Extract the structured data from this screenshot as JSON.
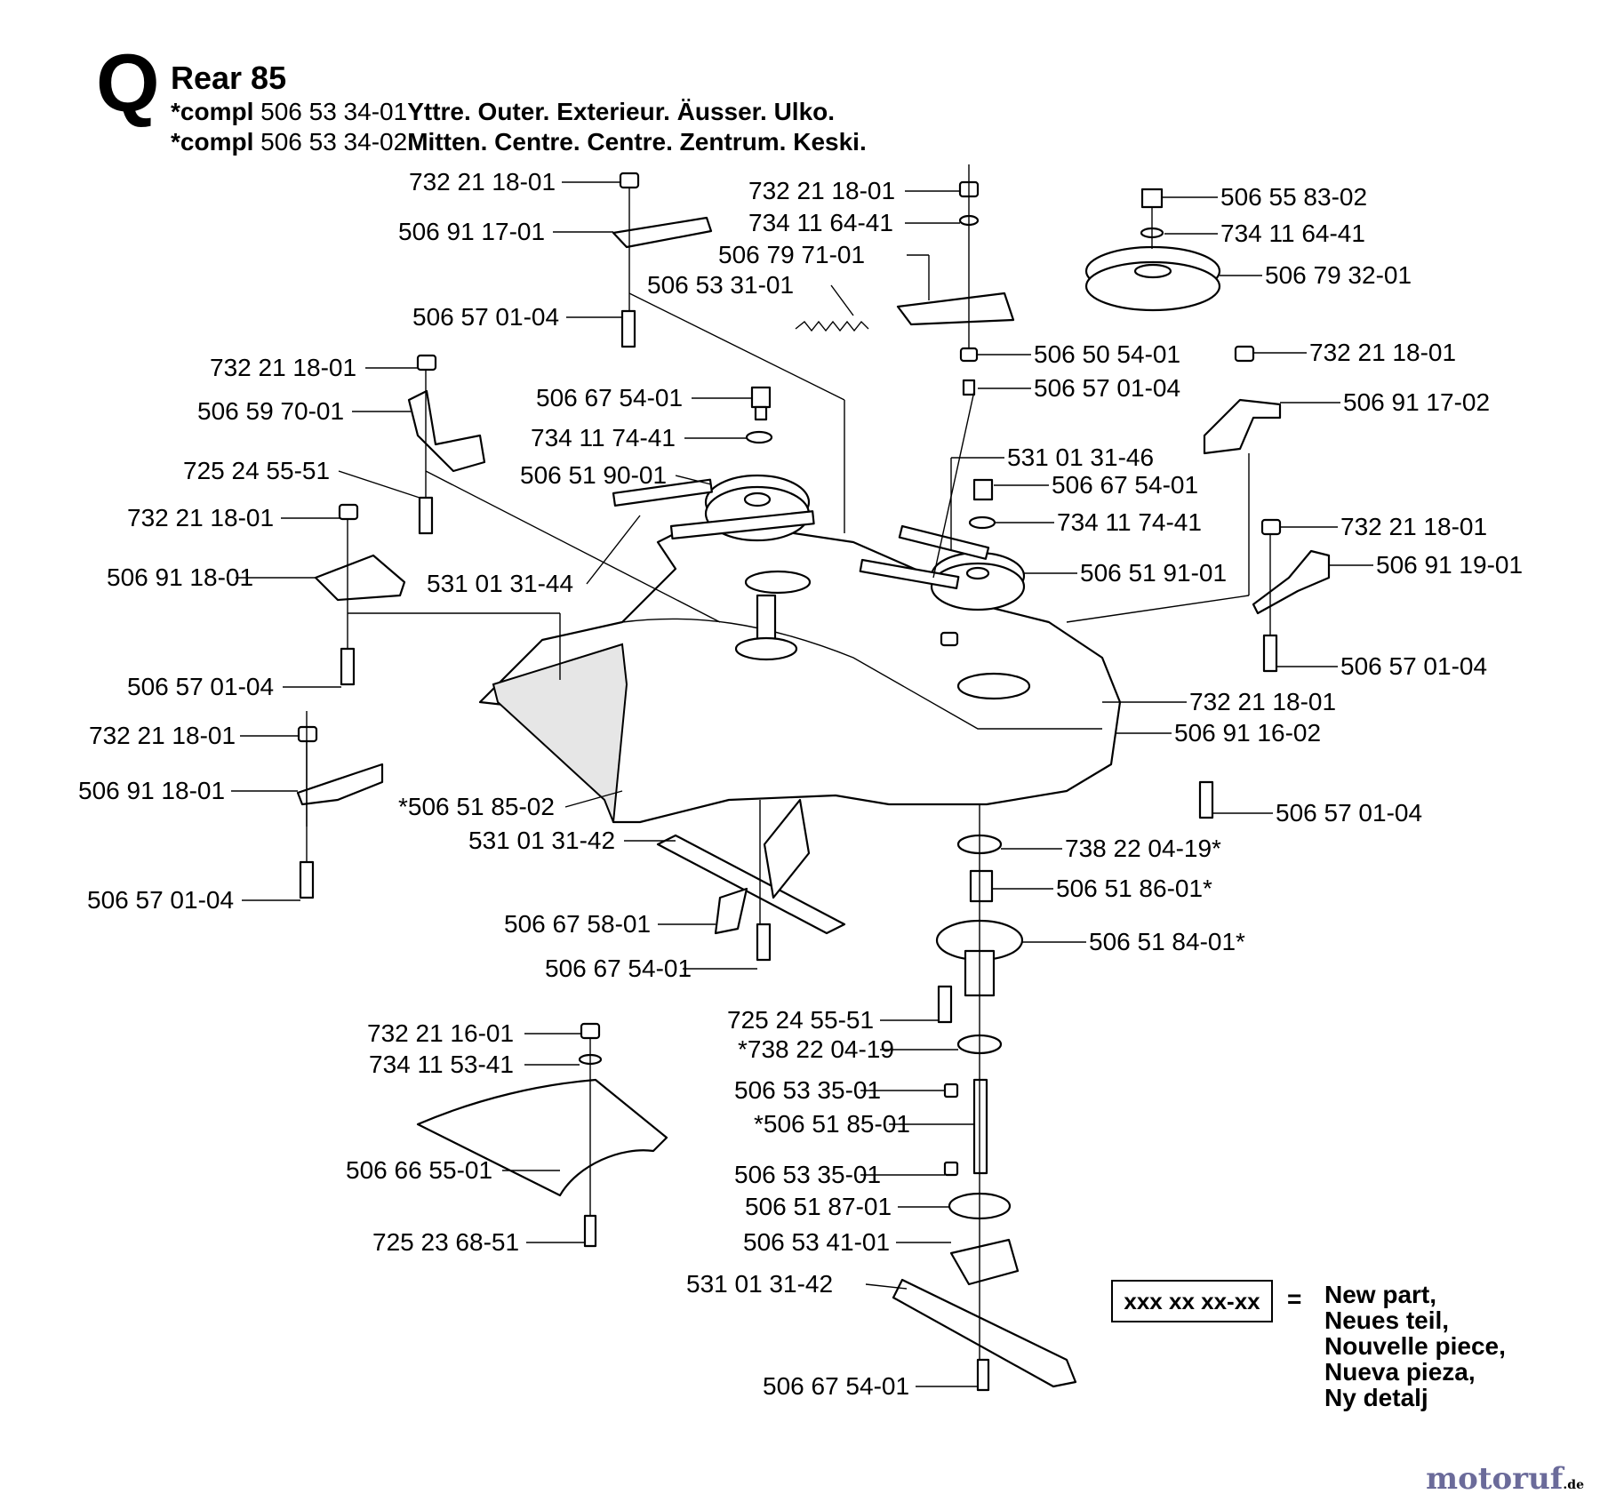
{
  "section_letter": "Q",
  "header": {
    "title": "Rear 85",
    "lines": [
      {
        "prefix": "*compl",
        "number": "506 53 34-01",
        "desc": "Yttre. Outer. Exterieur. Äusser. Ulko."
      },
      {
        "prefix": "*compl",
        "number": "506 53 34-02",
        "desc": "Mitten. Centre. Centre. Zentrum. Keski."
      }
    ]
  },
  "parts": [
    "732 21 18-01",
    "506 91 17-01",
    "506 57 01-04",
    "732 21 18-01",
    "506 59 70-01",
    "725 24 55-51",
    "732 21 18-01",
    "506 91 18-01",
    "506 57 01-04",
    "732 21 18-01",
    "506 91 18-01",
    "506 57 01-04",
    "506 67 54-01",
    "734 11 74-41",
    "506 51 90-01",
    "531 01 31-44",
    "*506 51 85-02",
    "531 01 31-42",
    "506 67 58-01",
    "506 67 54-01",
    "732 21 16-01",
    "734 11 53-41",
    "506 66 55-01",
    "725 23 68-51",
    "732 21 18-01",
    "734 11 64-41",
    "506 79 71-01",
    "506 53 31-01",
    "506 50 54-01",
    "506 57 01-04",
    "506 55 83-02",
    "734 11 64-41",
    "506 79 32-01",
    "732 21 18-01",
    "506 91 17-02",
    "531 01 31-46",
    "506 67 54-01",
    "734 11 74-41",
    "506 51 91-01",
    "732 21 18-01",
    "506 91 19-01",
    "506 57 01-04",
    "732 21 18-01",
    "506 91 16-02",
    "506 57 01-04",
    "738 22 04-19*",
    "506 51 86-01*",
    "506 51 84-01*",
    "725 24 55-51",
    "*738 22 04-19",
    "506 53 35-01",
    "*506 51 85-01",
    "506 53 35-01",
    "506 51 87-01",
    "506 53 41-01",
    "531 01 31-42",
    "506 67 54-01"
  ],
  "legend": {
    "box": "xxx xx xx-xx",
    "equals": "=",
    "items": [
      "New part,",
      "Neues teil,",
      "Nouvelle piece,",
      "Nueva pieza,",
      "Ny detalj"
    ]
  },
  "watermark": {
    "name": "motoruf",
    "tld": ".de"
  }
}
